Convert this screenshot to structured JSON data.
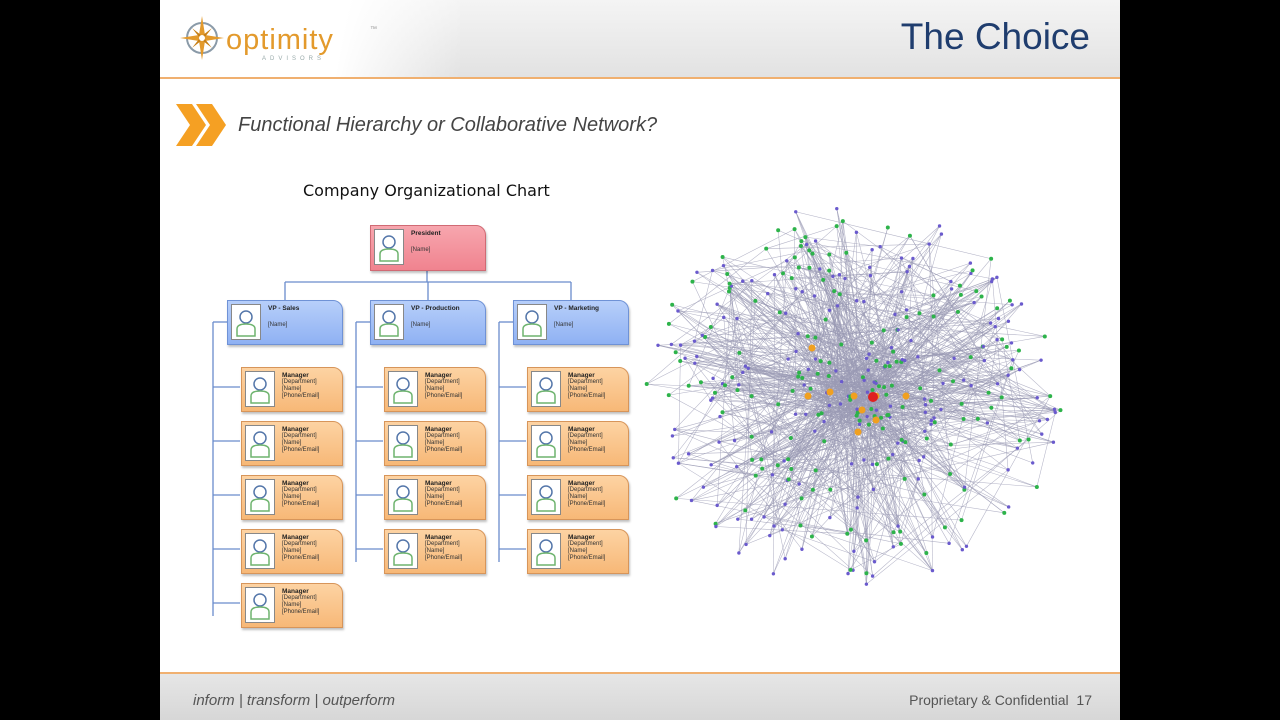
{
  "header": {
    "logo_word": "optimity",
    "logo_tm": "™",
    "logo_sub": "ADVISORS",
    "title": "The Choice"
  },
  "subtitle": "Functional Hierarchy or Collaborative Network?",
  "org_chart": {
    "title": "Company Organizational Chart",
    "president": {
      "title": "President",
      "name": "[Name]"
    },
    "vps": [
      {
        "title": "VP - Sales",
        "name": "[Name]",
        "managers": 5
      },
      {
        "title": "VP - Production",
        "name": "[Name]",
        "managers": 4
      },
      {
        "title": "VP - Marketing",
        "name": "[Name]",
        "managers": 4
      }
    ],
    "manager": {
      "title": "Manager",
      "lines": [
        "[Department]",
        "[Name]",
        "[Phone/Email]"
      ]
    }
  },
  "network": {
    "colors": {
      "edge": "#9a9ab4",
      "node_a": "#6a5acd",
      "node_b": "#2db34a",
      "node_c": "#f0a020",
      "center": "#e02020"
    }
  },
  "footer": {
    "tagline": "inform | transform | outperform",
    "confidential": "Proprietary & Confidential",
    "page": "17"
  }
}
